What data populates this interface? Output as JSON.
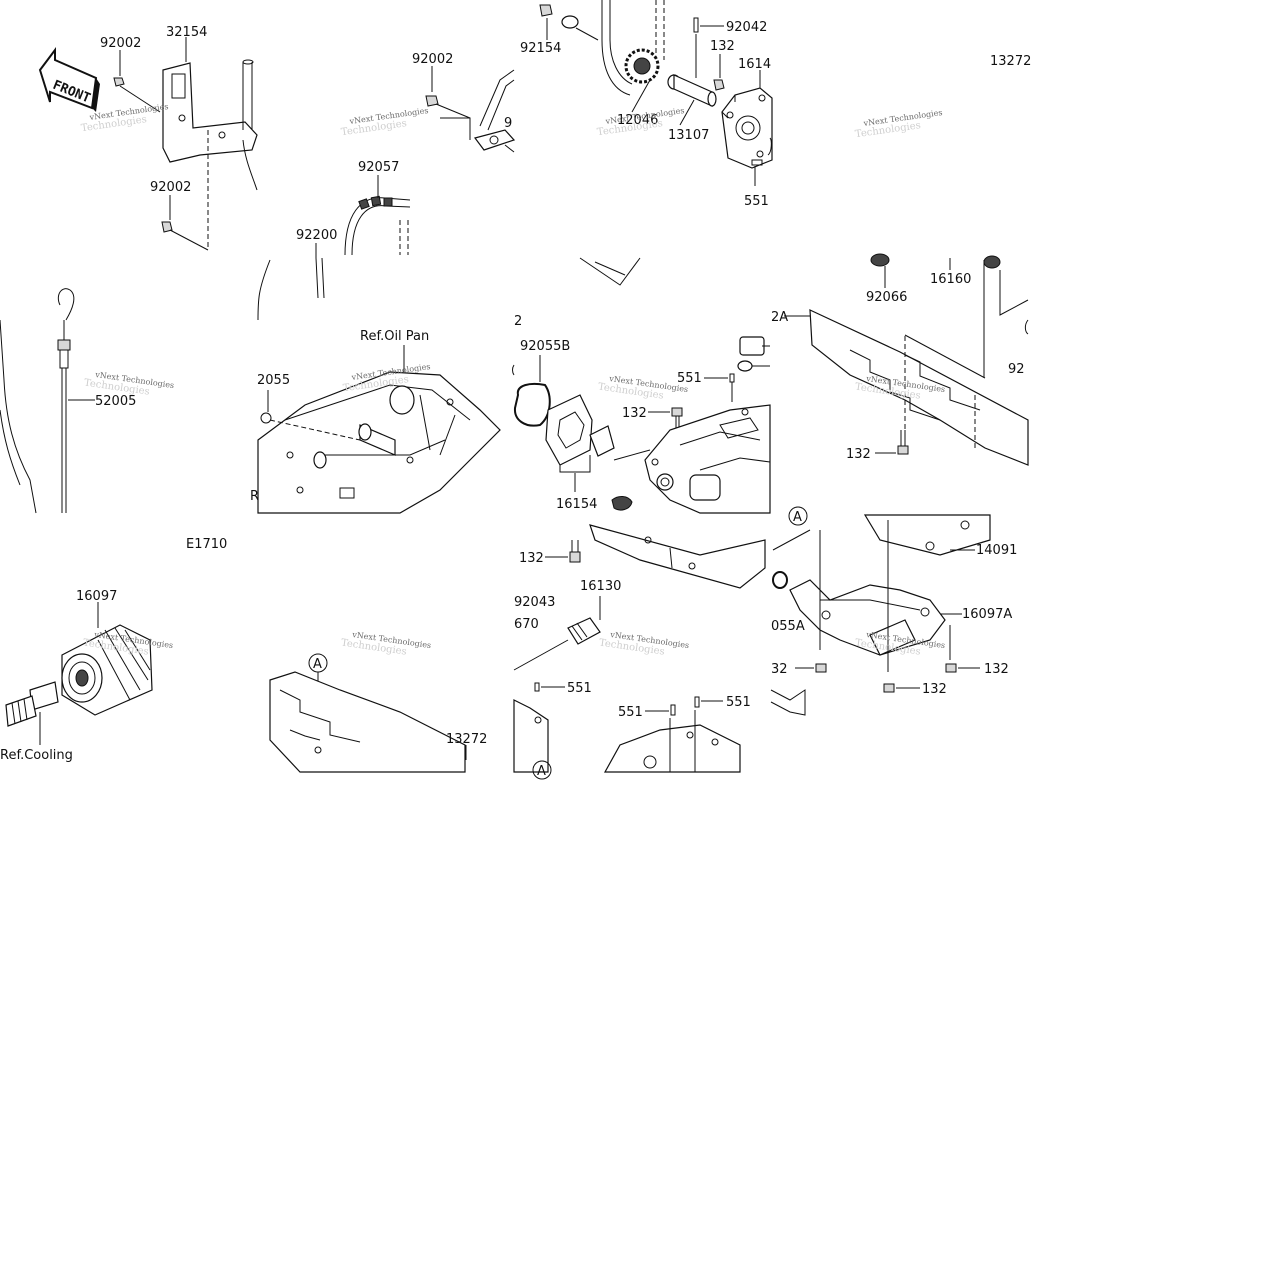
{
  "diagram": {
    "code": "E1710",
    "front_label": "FRONT",
    "watermark_line1": "vNext Technologies",
    "watermark_line2": "Technologies",
    "references": {
      "oil_pan": "Ref.Oil Pan",
      "cooling": "Ref.Cooling"
    },
    "callouts": {
      "a": "A"
    },
    "parts": {
      "p92002_a": "92002",
      "p32154": "32154",
      "p92002_b": "92002",
      "p92002_c": "92002",
      "p92057": "92057",
      "p92200": "92200",
      "p52005": "52005",
      "p92055_left": "2055",
      "p92154": "92154",
      "p92042": "92042",
      "p132_top": "132",
      "p16142": "1614",
      "p12046": "12046",
      "p13107": "13107",
      "p551_top": "551",
      "p13272_top": "13272",
      "p92066": "92066",
      "p16160": "16160",
      "p92_right": "92",
      "p92_left_mid": "2",
      "p92055b": "92055B",
      "p551_mid": "551",
      "p132_mid": "132",
      "p16154": "16154",
      "p132_low": "132",
      "p2a": "2A",
      "p132_right": "132",
      "p16097": "16097",
      "p13272_bottom": "13272",
      "p92043": "92043",
      "p670": "670",
      "p16130": "16130",
      "p551_b1": "551",
      "p551_b2": "551",
      "p551_b3": "551",
      "p14091": "14091",
      "p16097a": "16097A",
      "p055a": "055A",
      "p132_b1": "32",
      "p132_b2": "132",
      "p132_b3": "132",
      "p92_partial": "9"
    }
  }
}
